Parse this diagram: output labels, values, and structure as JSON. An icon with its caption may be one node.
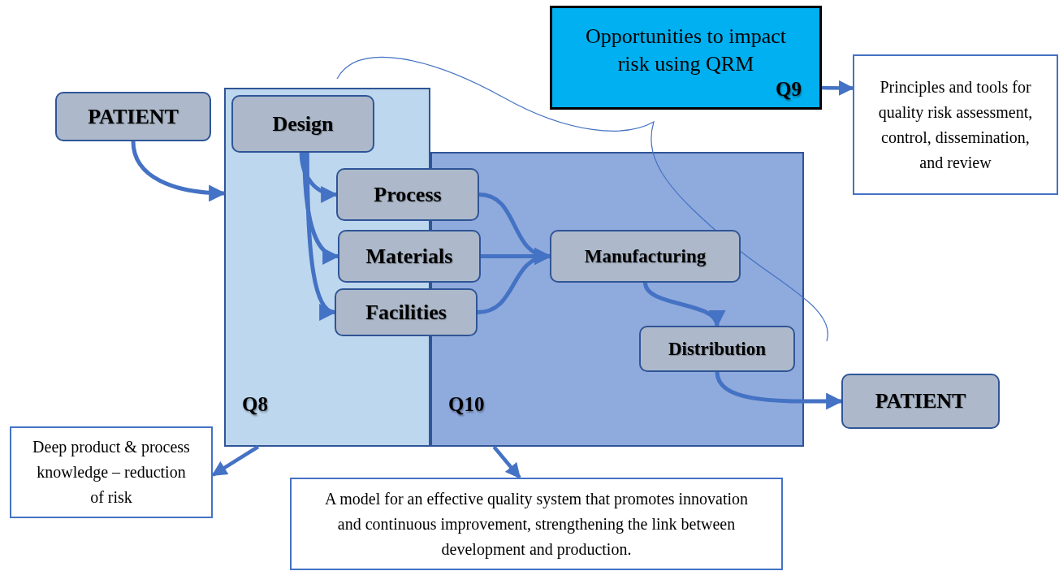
{
  "diagram": {
    "nodes": [
      {
        "text": [
          "Q8"
        ]
      },
      {
        "text": [
          "Q10"
        ]
      },
      {
        "text": [
          "PATIENT"
        ]
      },
      {
        "text": [
          "Design"
        ],
        "in": 0
      },
      {
        "text": [
          "Process"
        ]
      },
      {
        "text": [
          "Materials"
        ]
      },
      {
        "text": [
          "Facilities"
        ]
      },
      {
        "text": [
          "Manufacturing"
        ],
        "in": 1
      },
      {
        "text": [
          "Distribution"
        ],
        "in": 1
      },
      {
        "text": [
          "PATIENT"
        ]
      },
      {
        "text": [
          "Opportunities to impact risk using QRM",
          "Q9"
        ]
      },
      {
        "text": [
          "Principles and tools for quality risk assessment, control, dissemination, and review"
        ]
      },
      {
        "text": [
          "Deep product & process knowledge – reduction of risk"
        ]
      },
      {
        "text": [
          "A model for an effective quality system that promotes innovation and continuous improvement, strengthening the link between development and production."
        ]
      }
    ],
    "edges": [
      {
        "from": 2,
        "to": 0,
        "arrow": "to"
      },
      {
        "from": 3,
        "to": 4,
        "arrow": "to"
      },
      {
        "from": 3,
        "to": 5,
        "arrow": "to"
      },
      {
        "from": 3,
        "to": 6,
        "arrow": "to"
      },
      {
        "from": 4,
        "to": 7,
        "arrow": "to"
      },
      {
        "from": 5,
        "to": 7,
        "arrow": "to"
      },
      {
        "from": 6,
        "to": 7,
        "arrow": "to"
      },
      {
        "from": 7,
        "to": 8,
        "arrow": "to"
      },
      {
        "from": 8,
        "to": 9,
        "arrow": "to"
      },
      {
        "from": 10,
        "to": 11,
        "arrow": "to"
      },
      {
        "from": 0,
        "to": 12,
        "arrow": "to"
      },
      {
        "from": 1,
        "to": 13,
        "arrow": "to"
      }
    ]
  }
}
